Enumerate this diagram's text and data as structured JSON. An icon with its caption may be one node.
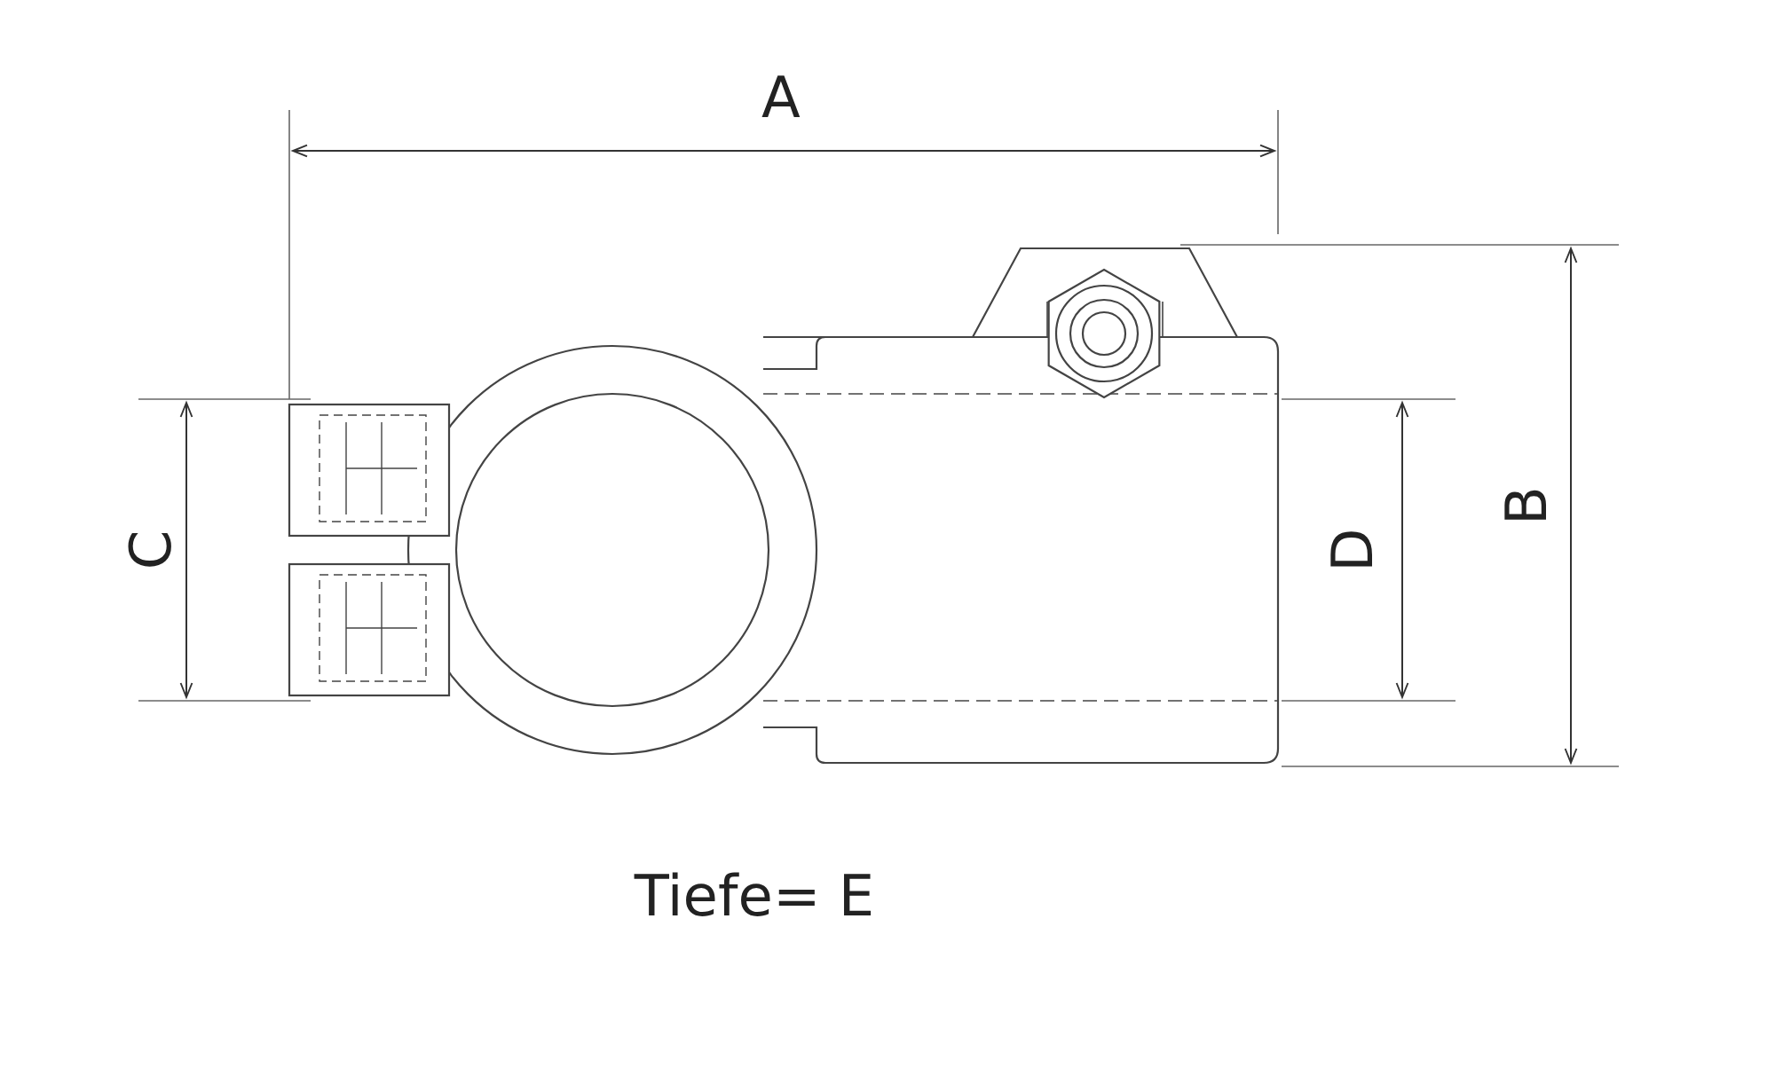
{
  "diagram": {
    "labels": [
      "A",
      "C",
      "D",
      "B",
      "Tiefe= E"
    ]
  }
}
